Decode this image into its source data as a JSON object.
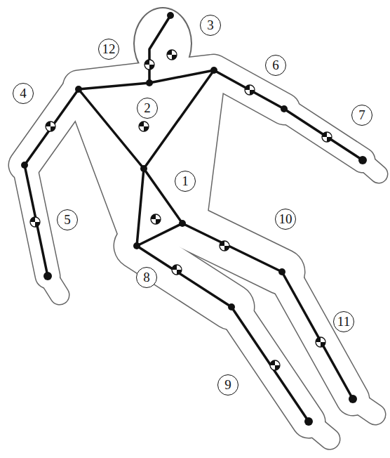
{
  "diagram": {
    "labels": [
      "3",
      "12",
      "6",
      "4",
      "2",
      "7",
      "1",
      "10",
      "5",
      "8",
      "11",
      "9"
    ]
  }
}
